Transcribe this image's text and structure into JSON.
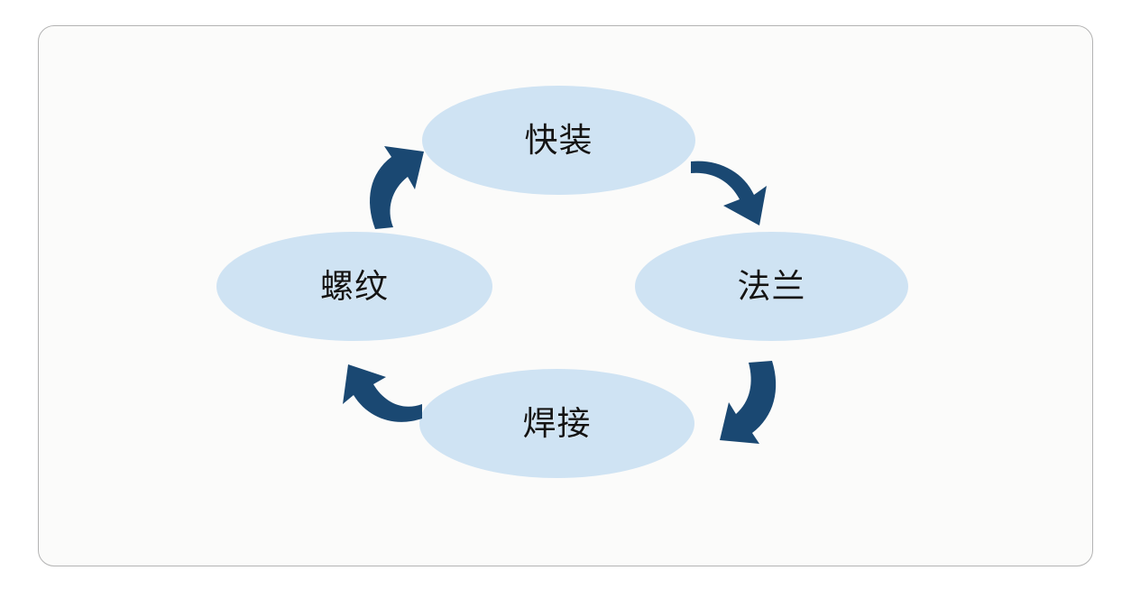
{
  "diagram": {
    "type": "cycle",
    "direction": "clockwise",
    "card": {
      "background_color": "#fbfbfa",
      "border_color": "#b3b3b3"
    },
    "node_fill_color": "#cfe3f3",
    "node_text_color": "#141414",
    "arrow_color": "#1a4872",
    "nodes": [
      {
        "id": "top",
        "label": "快装",
        "position": "top"
      },
      {
        "id": "right",
        "label": "法兰",
        "position": "right"
      },
      {
        "id": "bottom",
        "label": "焊接",
        "position": "bottom"
      },
      {
        "id": "left",
        "label": "螺纹",
        "position": "left"
      }
    ],
    "arrows": [
      {
        "id": "top-right",
        "from": "top",
        "to": "right",
        "icon": "curved-arrow-down-right-icon"
      },
      {
        "id": "bottom-right",
        "from": "right",
        "to": "bottom",
        "icon": "curved-arrow-down-left-icon"
      },
      {
        "id": "bottom-left",
        "from": "bottom",
        "to": "left",
        "icon": "curved-arrow-up-left-icon"
      },
      {
        "id": "top-left",
        "from": "left",
        "to": "top",
        "icon": "curved-arrow-up-right-icon"
      }
    ]
  }
}
